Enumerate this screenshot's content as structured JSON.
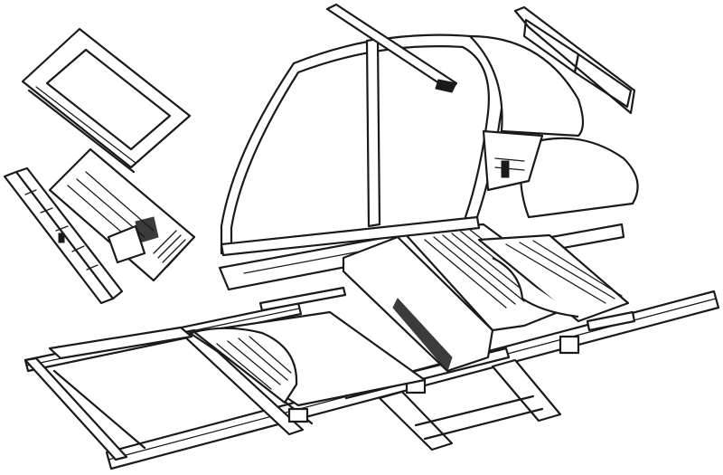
{
  "colors": {
    "ink": "#1a1a1a",
    "paper": "#ffffff"
  },
  "parts": [
    "upper-body-shell",
    "rear-window-panel",
    "windscreen-frame",
    "front-floor-section",
    "dashboard-panel",
    "rear-floor-assembly",
    "chassis-frame",
    "floor-pan"
  ]
}
